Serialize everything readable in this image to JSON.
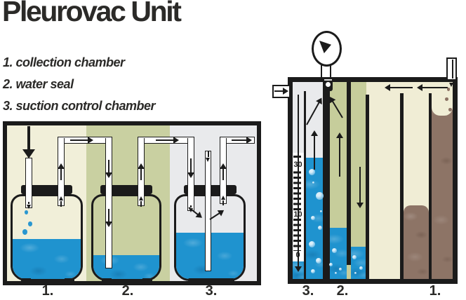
{
  "title": "Pleurovac Unit",
  "legend": {
    "items": [
      "1. collection chamber",
      "2. water seal",
      "3. suction control chamber"
    ]
  },
  "bottle_diagram": {
    "description": "three-bottle chest drainage system",
    "caption_labels": [
      "1.",
      "2.",
      "3."
    ]
  },
  "unit_diagram": {
    "description": "integrated pleurovac unit with suction control, water seal and collection chambers",
    "caption_labels": [
      "3.",
      "2.",
      "1."
    ],
    "suction_scale_ticks": [
      "30",
      "10",
      "0"
    ]
  },
  "icons": {
    "gauge": "suction-gauge-icon",
    "valve": "relief-valve-icon",
    "arrows": "airflow-arrow"
  },
  "colors": {
    "ink_black": "#1b1b1b",
    "water_blue": "#1f93cf",
    "drainage_brown": "#8d7466",
    "chamber_cream": "#f1efd9",
    "chamber_olive": "#c9d0a1",
    "chamber_gray": "#e9eaec",
    "unit_cream": "#f0edd5",
    "unit_green": "#c6cd9b"
  }
}
